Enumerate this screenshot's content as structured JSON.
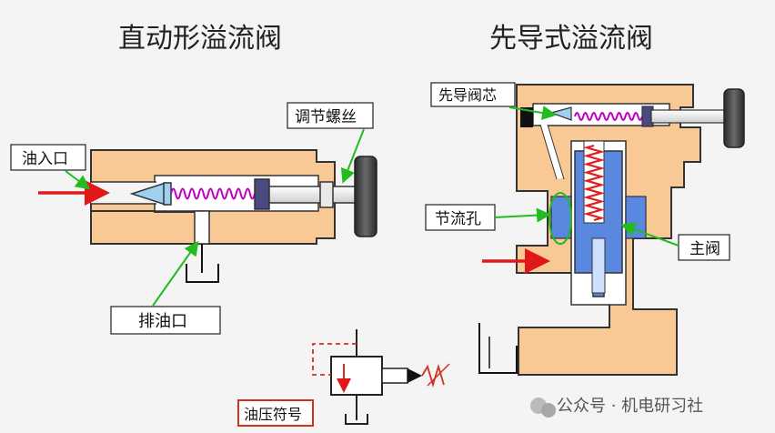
{
  "titles": {
    "direct": "直动形溢流阀",
    "pilot": "先导式溢流阀"
  },
  "labels": {
    "inlet": "油入口",
    "adjust_screw": "调节螺丝",
    "drain": "排油口",
    "pilot_core": "先导阀芯",
    "throttle_hole": "节流孔",
    "main_valve": "主阀",
    "hydraulic_symbol": "油压符号"
  },
  "watermark": "公众号 · 机电研习社",
  "colors": {
    "body": "#f9c995",
    "body_stroke": "#333333",
    "spring": "#c000c0",
    "main_spring": "#e02020",
    "spool": "#5a88e0",
    "cone": "#9fd0f0",
    "arrow_red": "#e01818",
    "leader_green": "#22bb22",
    "symbol_red": "#d03020",
    "handwheel": "#444444"
  }
}
